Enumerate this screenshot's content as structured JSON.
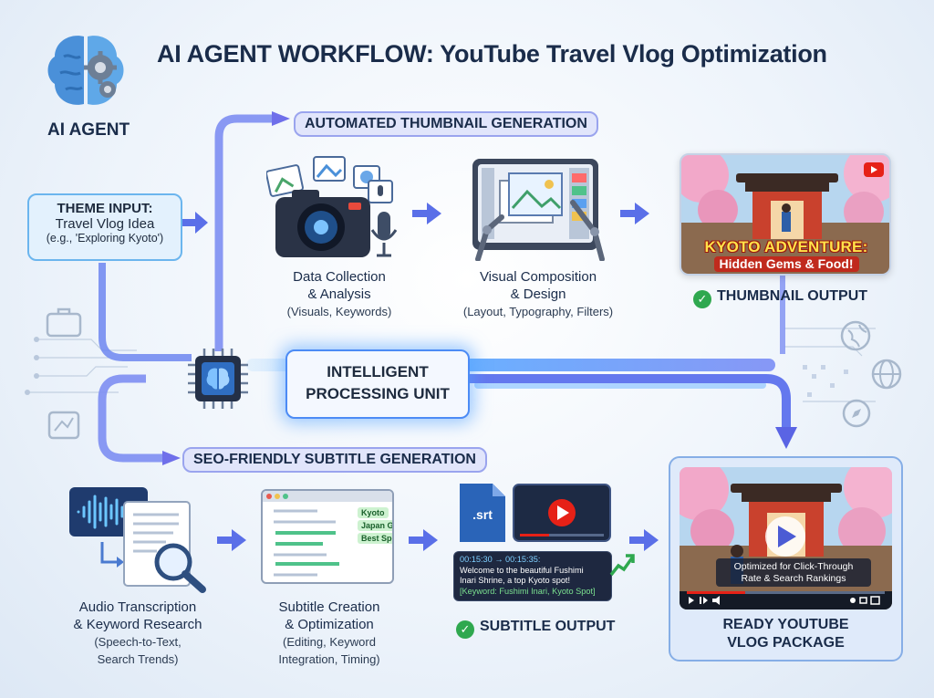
{
  "title": "AI AGENT WORKFLOW: YouTube Travel Vlog Optimization",
  "agent": {
    "label": "AI AGENT",
    "icon": "brain-gears-icon"
  },
  "theme_input": {
    "title": "THEME INPUT:",
    "line1": "Travel Vlog Idea",
    "line2": "(e.g., 'Exploring Kyoto')"
  },
  "thumbnail_track": {
    "header": "AUTOMATED THUMBNAIL GENERATION",
    "step1": {
      "title": "Data Collection",
      "title2": "& Analysis",
      "detail": "(Visuals, Keywords)",
      "icon": "camera-icon"
    },
    "step2": {
      "title": "Visual Composition",
      "title2": "& Design",
      "detail": "(Layout, Typography, Filters)",
      "icon": "design-monitor-icon"
    },
    "output": {
      "label": "THUMBNAIL OUTPUT",
      "banner_line1": "KYOTO ADVENTURE:",
      "banner_line2": "Hidden Gems & Food!"
    }
  },
  "processing_unit": {
    "line1": "INTELLIGENT",
    "line2": "PROCESSING UNIT",
    "icon": "cpu-chip-icon"
  },
  "subtitle_track": {
    "header": "SEO-FRIENDLY SUBTITLE GENERATION",
    "step1": {
      "title": "Audio Transcription",
      "title2": "& Keyword Research",
      "detail1": "(Speech-to-Text,",
      "detail2": "Search Trends)",
      "icon": "audio-document-icon"
    },
    "step2": {
      "title": "Subtitle Creation",
      "title2": "& Optimization",
      "detail1": "(Editing, Keyword",
      "detail2": "Integration, Timing)",
      "icon": "editor-window-icon",
      "tags": [
        "Kyoto",
        "Japan Guide",
        "Best Spots"
      ]
    },
    "srt_label": ".srt",
    "subtitle_sample": {
      "timestamp": "00:15:30 → 00:15:35:",
      "text1": "Welcome to the beautiful Fushimi",
      "text2": "Inari Shrine, a top Kyoto spot!",
      "keywords": "[Keyword: Fushimi Inari, Kyoto Spot]"
    },
    "output": {
      "label": "SUBTITLE OUTPUT"
    }
  },
  "final_package": {
    "caption1": "Optimized for Click-Through",
    "caption2": "Rate & Search Rankings",
    "label1": "READY YOUTUBE",
    "label2": "VLOG PACKAGE"
  },
  "colors": {
    "accent": "#4c8bf5",
    "purple": "#7b6cf0",
    "check": "#2fa84f",
    "youtube_red": "#e62117"
  }
}
